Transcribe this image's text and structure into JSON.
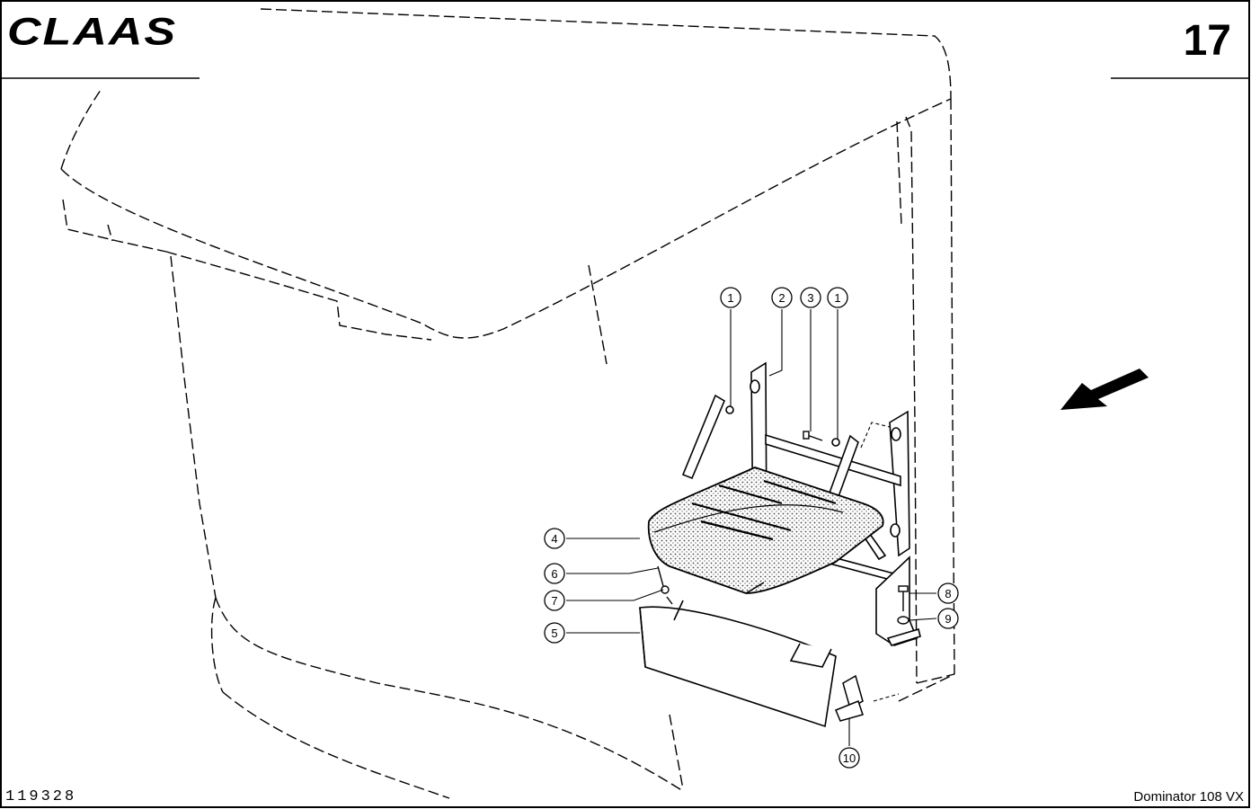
{
  "header": {
    "brand": "CLAAS",
    "page_number": "17"
  },
  "footer": {
    "document_id": "119328",
    "model": "Dominator 108 VX"
  },
  "callouts": [
    "1",
    "2",
    "3",
    "1",
    "4",
    "6",
    "7",
    "5",
    "8",
    "9",
    "10"
  ],
  "colors": {
    "ink": "#000000",
    "paper": "#ffffff",
    "stipple": "#555555"
  }
}
